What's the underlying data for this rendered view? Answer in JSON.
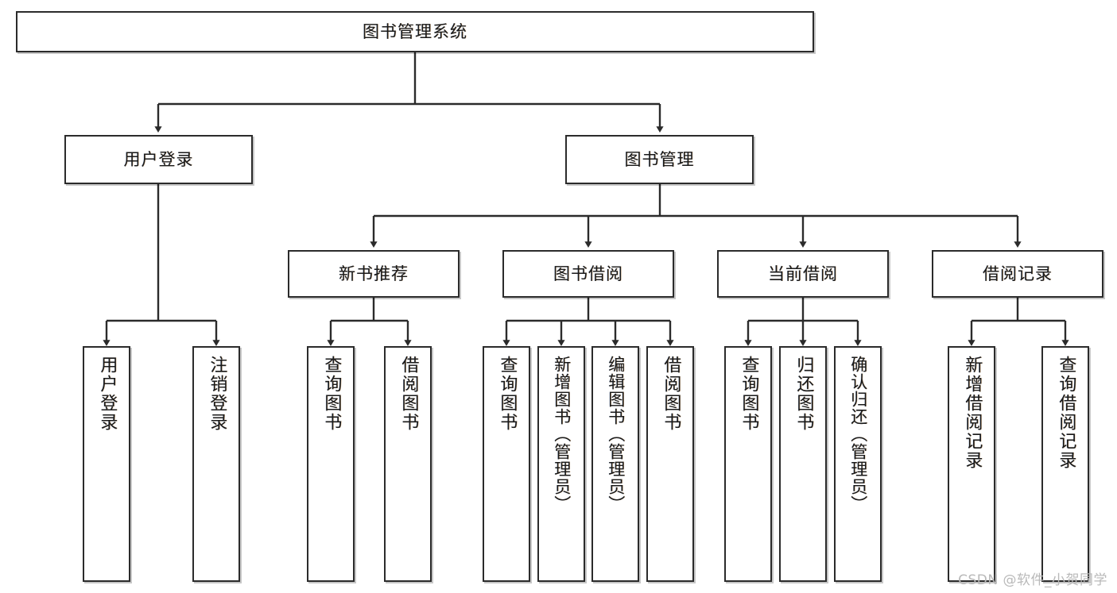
{
  "diagram": {
    "title": "图书管理系统",
    "type": "tree-hierarchy-chart",
    "root": {
      "label": "图书管理系统"
    },
    "level2": [
      {
        "label": "用户登录"
      },
      {
        "label": "图书管理"
      }
    ],
    "level3": [
      {
        "label": "新书推荐"
      },
      {
        "label": "图书借阅"
      },
      {
        "label": "当前借阅"
      },
      {
        "label": "借阅记录"
      }
    ],
    "leaves": [
      {
        "label": "用户登录",
        "parent": "用户登录"
      },
      {
        "label": "注销登录",
        "parent": "用户登录"
      },
      {
        "label": "查询图书",
        "parent": "新书推荐"
      },
      {
        "label": "借阅图书",
        "parent": "新书推荐"
      },
      {
        "label": "查询图书",
        "parent": "图书借阅"
      },
      {
        "label": "新增图书（管理员）",
        "parent": "图书借阅"
      },
      {
        "label": "编辑图书（管理员）",
        "parent": "图书借阅"
      },
      {
        "label": "借阅图书",
        "parent": "图书借阅"
      },
      {
        "label": "查询图书",
        "parent": "当前借阅"
      },
      {
        "label": "归还图书",
        "parent": "当前借阅"
      },
      {
        "label": "确认归还（管理员）",
        "parent": "当前借阅"
      },
      {
        "label": "新增借阅记录",
        "parent": "借阅记录"
      },
      {
        "label": "查询借阅记录",
        "parent": "借阅记录"
      }
    ]
  },
  "watermark": {
    "text": "CSDN @软件_小贺同学"
  },
  "colors": {
    "stroke": "#2b2b2b",
    "fill": "#ffffff",
    "text": "#1a1a1a",
    "watermark": "#b9b9b9"
  }
}
